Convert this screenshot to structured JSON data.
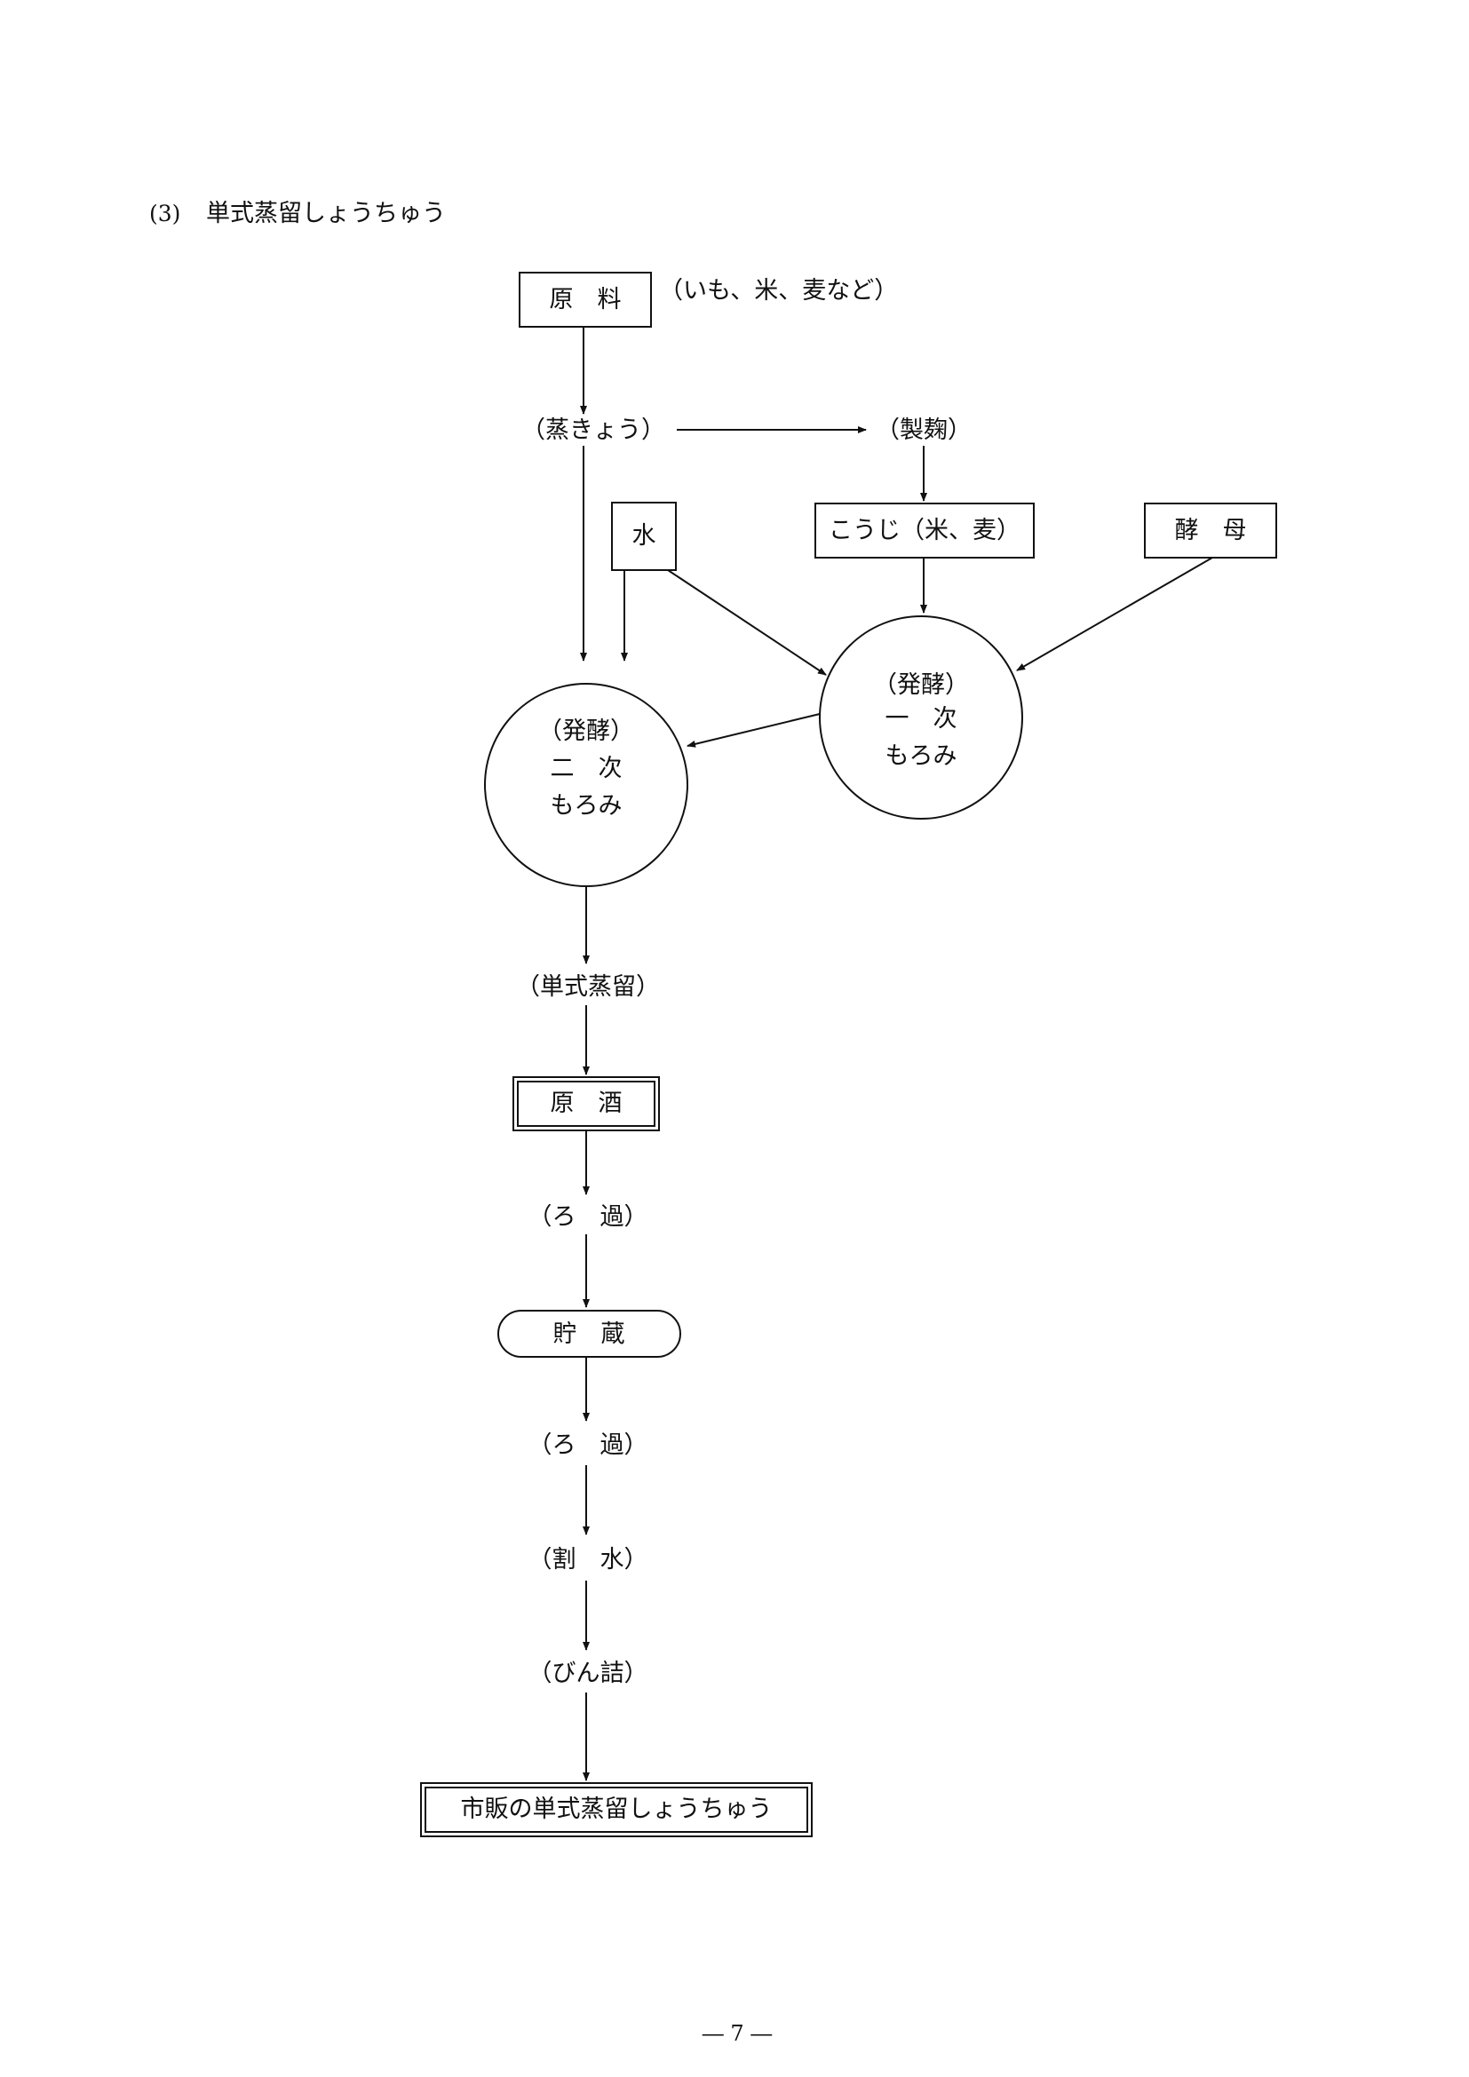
{
  "section": {
    "number": "(3)",
    "title": "単式蒸留しょうちゅう"
  },
  "nodes": {
    "raw_material": "原　料",
    "raw_material_note": "（いも、米、麦など）",
    "steaming": "（蒸きょう）",
    "koji_making": "（製麹）",
    "water": "水",
    "koji": "こうじ（米、麦）",
    "yeast": "酵　母",
    "primary_moromi": {
      "process": "（発酵）",
      "line1": "一　次",
      "line2": "もろみ"
    },
    "secondary_moromi": {
      "process": "（発酵）",
      "line1": "二　次",
      "line2": "もろみ"
    },
    "distillation": "（単式蒸留）",
    "raw_spirit": "原　酒",
    "filtration_1": "（ろ　過）",
    "storage": "貯　蔵",
    "filtration_2": "（ろ　過）",
    "dilution": "（割　水）",
    "bottling": "（びん詰）",
    "final_product": "市販の単式蒸留しょうちゅう"
  },
  "page_number": "― 7 ―"
}
